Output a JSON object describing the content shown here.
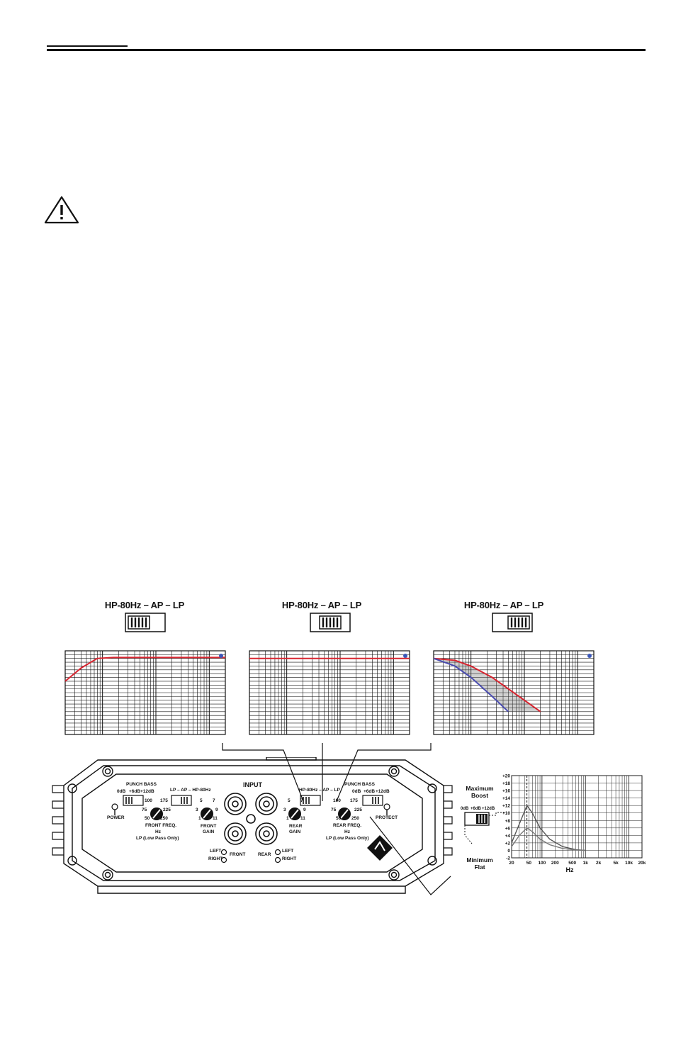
{
  "switch_panels": [
    {
      "label": "HP-80Hz – AP – LP",
      "position": "HP"
    },
    {
      "label": "HP-80Hz – AP – LP",
      "position": "AP"
    },
    {
      "label": "HP-80Hz – AP – LP",
      "position": "LP"
    }
  ],
  "amp": {
    "punch_bass_left": "PUNCH BASS",
    "punch_left_opts": [
      "0dB",
      "+6dB",
      "+12dB"
    ],
    "xover_left": "LP – AP – HP-80Hz",
    "power": "POWER",
    "front_freq": "FRONT FREQ.",
    "hz": "Hz",
    "lp_only": "LP (Low Pass Only)",
    "front_gain_1": "FRONT",
    "front_gain_2": "GAIN",
    "input": "INPUT",
    "left": "LEFT",
    "right": "RIGHT",
    "front": "FRONT",
    "rear": "REAR",
    "xover_right": "HP-80Hz – AP – LP",
    "rear_gain_1": "REAR",
    "rear_gain_2": "GAIN",
    "punch_bass_right": "PUNCH BASS",
    "punch_right_opts": [
      "0dB",
      "+6dB",
      "+12dB"
    ],
    "protect": "PROTECT",
    "rear_freq": "REAR FREQ.",
    "freq_marks": [
      "50",
      "75",
      "100",
      "175",
      "225",
      "250"
    ],
    "gain_marks": [
      "1",
      "3",
      "5",
      "7",
      "9",
      "11"
    ]
  },
  "boost": {
    "max_1": "Maximum",
    "max_2": "Boost",
    "min_1": "Minimum",
    "min_2": "Flat",
    "opts": [
      "0dB",
      "+6dB",
      "+12dB"
    ]
  },
  "chart_data": [
    {
      "type": "line",
      "series": [
        {
          "x": [
            20,
            40,
            80,
            160,
            20000
          ],
          "values": [
            -12,
            -5,
            0,
            0.5,
            0.5
          ]
        }
      ],
      "xscale": "log",
      "xlim": [
        20,
        20000
      ]
    },
    {
      "type": "line",
      "series": [
        {
          "x": [
            20,
            20000
          ],
          "values": [
            0,
            0
          ]
        }
      ],
      "xscale": "log",
      "xlim": [
        20,
        20000
      ]
    },
    {
      "type": "area",
      "series": [
        {
          "x": [
            20,
            50,
            100,
            250,
            500,
            1000,
            2000
          ],
          "values": [
            0,
            -1,
            -4,
            -10,
            -16,
            -22,
            -28
          ]
        },
        {
          "x": [
            20,
            50,
            100,
            250,
            500
          ],
          "values": [
            0,
            -4,
            -10,
            -20,
            -28
          ]
        }
      ],
      "xscale": "log",
      "xlim": [
        20,
        20000
      ]
    },
    {
      "type": "line",
      "xlabel": "Hz",
      "x_ticks": [
        "20",
        "50",
        "100",
        "200",
        "500",
        "1k",
        "2k",
        "5k",
        "10k",
        "20k"
      ],
      "y_ticks": [
        "+20",
        "+18",
        "+16",
        "+14",
        "+12",
        "+10",
        "+8",
        "+6",
        "+4",
        "+2",
        "0",
        "-2"
      ],
      "ylim": [
        -2,
        20
      ],
      "xlim": [
        20,
        20000
      ],
      "xscale": "log",
      "series": [
        {
          "x": [
            20,
            30,
            45,
            60,
            90,
            150,
            300,
            600,
            1000
          ],
          "values": [
            2,
            7,
            12,
            10,
            6,
            3,
            1,
            0.2,
            0
          ]
        },
        {
          "x": [
            20,
            30,
            45,
            60,
            90,
            150,
            300,
            600,
            1000
          ],
          "values": [
            1,
            4,
            6,
            5,
            3,
            1.5,
            0.5,
            0.1,
            0
          ]
        }
      ]
    }
  ]
}
